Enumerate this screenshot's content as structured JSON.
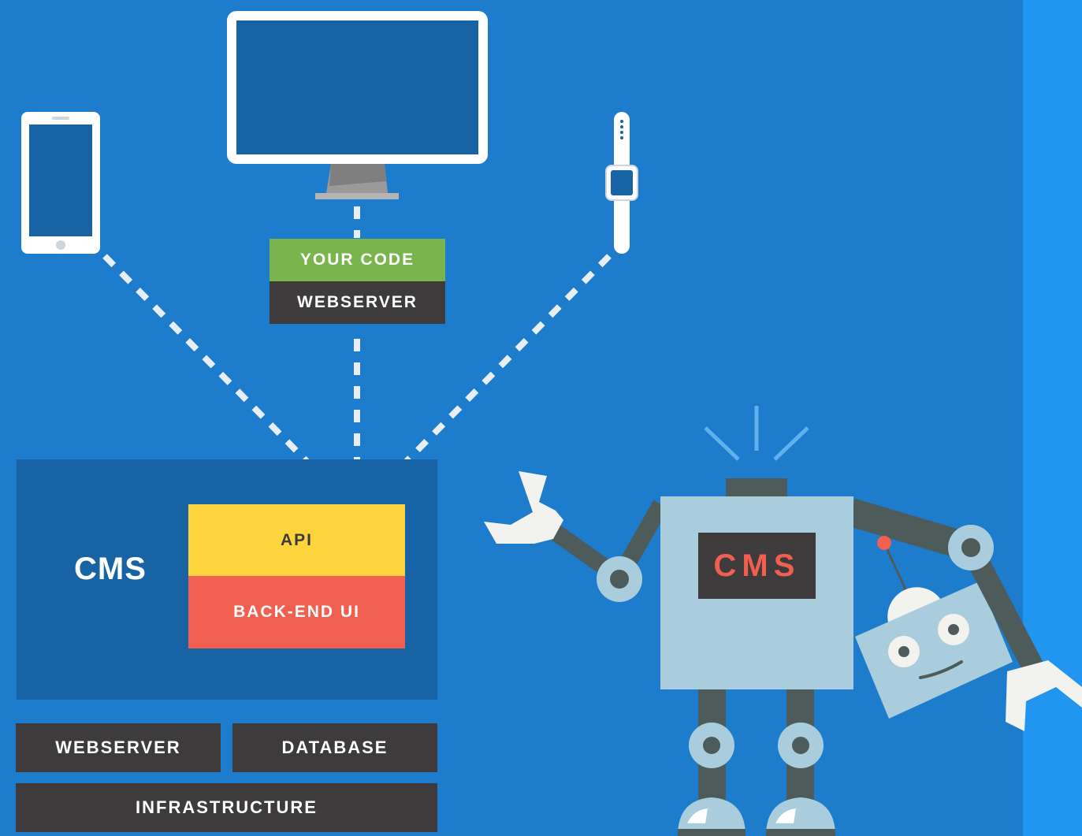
{
  "diagram": {
    "code_stack": {
      "your_code": "YOUR CODE",
      "webserver": "WEBSERVER"
    },
    "cms": {
      "label": "CMS",
      "api": "API",
      "backend_ui": "BACK-END UI"
    },
    "infrastructure_stack": {
      "webserver": "WEBSERVER",
      "database": "DATABASE",
      "infrastructure": "INFRASTRUCTURE"
    },
    "robot": {
      "badge": "CMS"
    },
    "devices": [
      "phone-icon",
      "desktop-monitor-icon",
      "smartwatch-icon",
      "robot-illustration"
    ]
  },
  "colors": {
    "background": "#1d7ccb",
    "panel": "#1763a3",
    "dark_block": "#3d3b3b",
    "code_green": "#79b54c",
    "api_yellow": "#fdd43c",
    "backend_red": "#f05f4f",
    "robot_body": "#a9cddd",
    "robot_limb": "#4d5c5b"
  }
}
